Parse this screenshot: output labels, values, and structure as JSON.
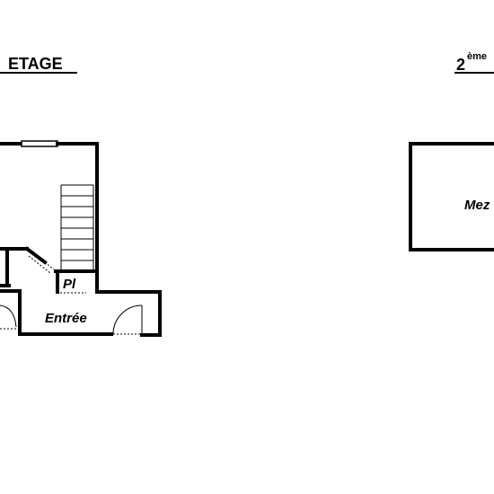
{
  "plans": {
    "left": {
      "heading": "ETAGE",
      "rooms": {
        "storage": "Pl",
        "entrance": "Entrée"
      }
    },
    "right": {
      "heading_number": "2",
      "heading_superscript": "ème",
      "rooms": {
        "mezzanine": "Mez"
      }
    }
  },
  "colors": {
    "line": "#000000",
    "background": "#ffffff"
  }
}
